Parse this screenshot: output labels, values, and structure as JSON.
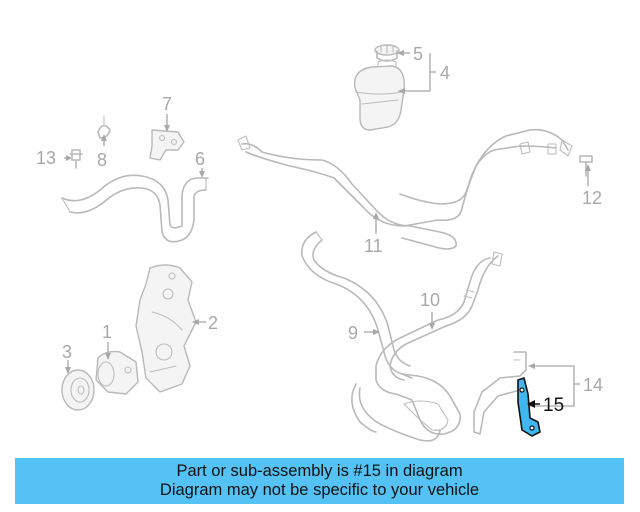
{
  "callouts": {
    "n1": "1",
    "n2": "2",
    "n3": "3",
    "n4": "4",
    "n5": "5",
    "n6": "6",
    "n7": "7",
    "n8": "8",
    "n9": "9",
    "n10": "10",
    "n11": "11",
    "n12": "12",
    "n13": "13",
    "n14": "14",
    "n15": "15"
  },
  "banner": {
    "line1": "Part or sub-assembly is #15 in diagram",
    "line2": "Diagram may not be specific to your vehicle"
  },
  "colors": {
    "highlight": "#3fb8f2",
    "banner": "#55c2f5",
    "part_stroke": "#b9b9b9"
  }
}
